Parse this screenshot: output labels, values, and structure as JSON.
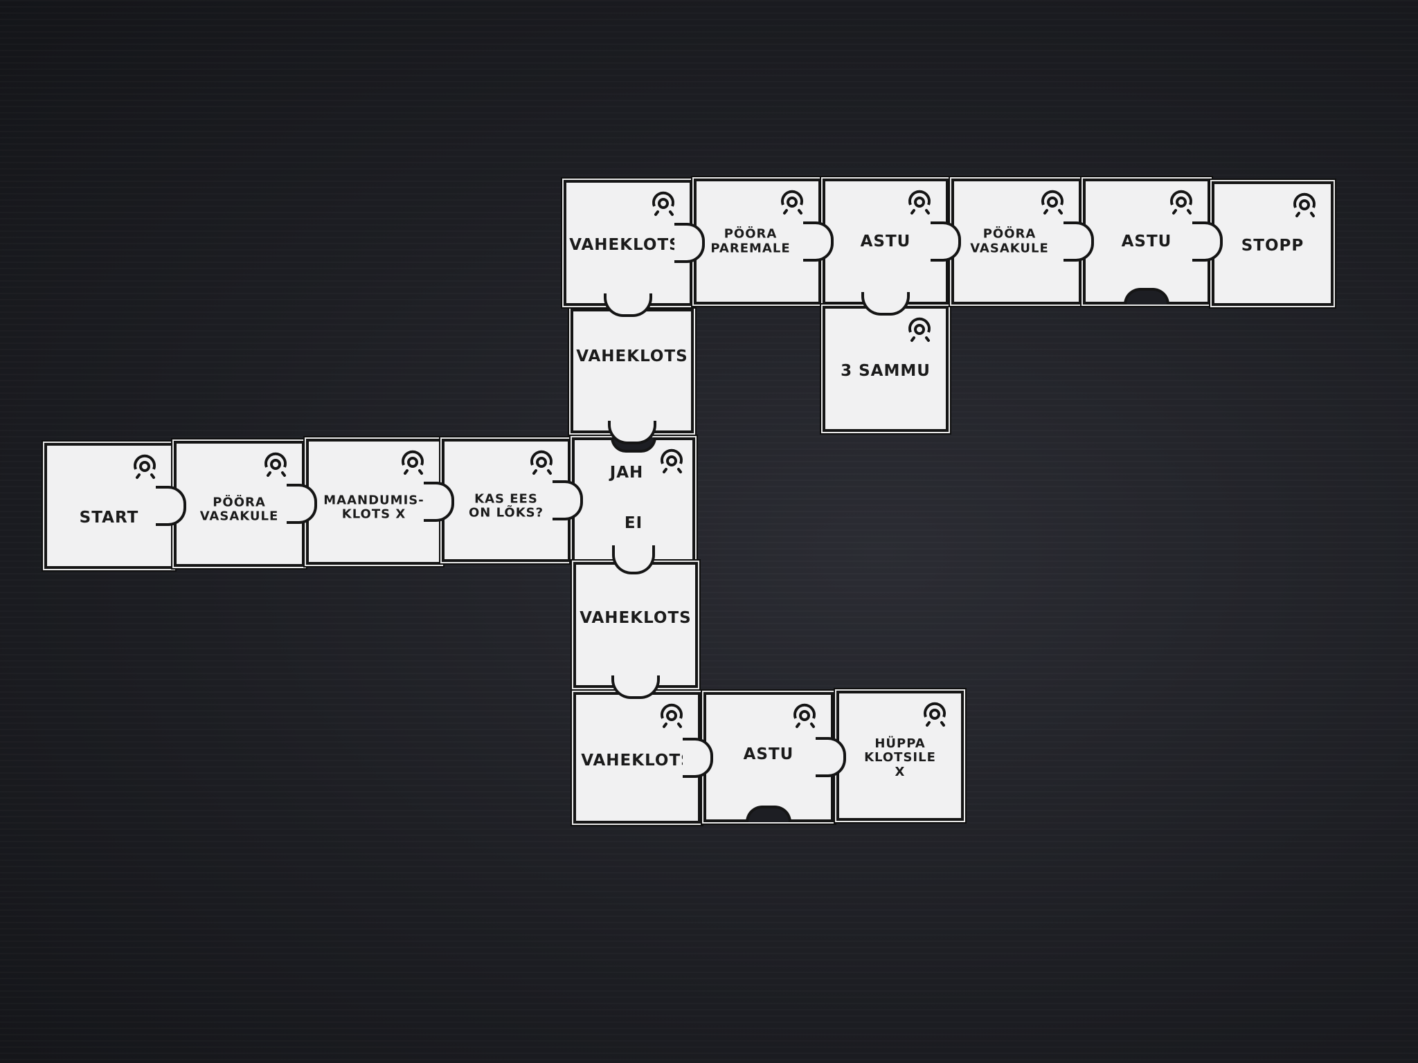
{
  "pieces": {
    "start": "START",
    "poora_vasakule_1": "PÖÖRA\nVASAKULE",
    "maandumisklots": "MAANDUMIS-\nKLOTS X",
    "kas_ees": "KAS EES\nON LÕKS?",
    "jah": "JAH",
    "ei": "EI",
    "vaheklots_mid": "VAHEKLOTS",
    "vaheklots_top": "VAHEKLOTS",
    "poora_paremale": "PÖÖRA\nPAREMALE",
    "astu_top1": "ASTU",
    "sammu": "3 SAMMU",
    "poora_vasakule_2": "PÖÖRA\nVASAKULE",
    "astu_top2": "ASTU",
    "stopp": "STOPP",
    "vaheklots_low": "VAHEKLOTS",
    "vaheklots_bottom": "VAHEKLOTS",
    "astu_bottom": "ASTU",
    "hyppa": "HÜPPA\nKLOTSILE\nX"
  },
  "icons": {
    "sensor": "sensor-icon"
  },
  "colors": {
    "board": "#1d1e23",
    "card": "#f1f1f2",
    "ink": "#151515"
  }
}
